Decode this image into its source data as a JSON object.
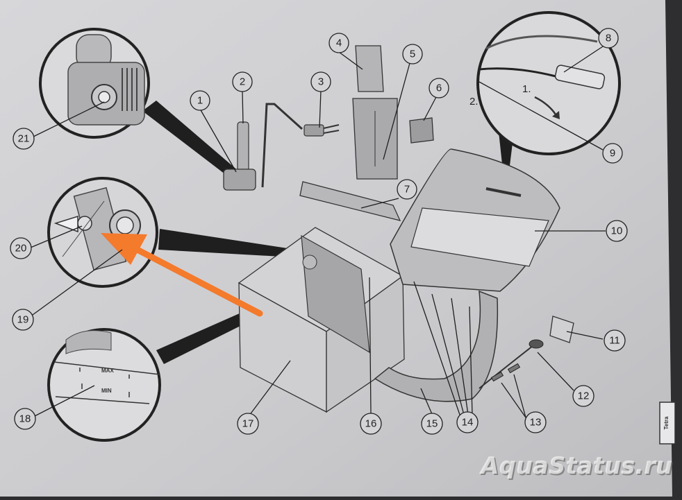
{
  "callouts": [
    "1",
    "2",
    "3",
    "4",
    "5",
    "6",
    "7",
    "8",
    "9",
    "10",
    "11",
    "12",
    "13",
    "14",
    "15",
    "16",
    "17",
    "18",
    "19",
    "20",
    "21"
  ],
  "steps": {
    "step1": "1.",
    "step2": "2."
  },
  "level_marks": {
    "max": "MAX",
    "min": "MIN"
  },
  "brand": "Tetra",
  "watermark": "AquaStatus.ru",
  "colors": {
    "paper": "#cfcfd2",
    "line": "#3a3a3a",
    "part_fill": "#a9a9ac",
    "arrow": "#f47a2c",
    "leader": "#1e1e1e"
  }
}
